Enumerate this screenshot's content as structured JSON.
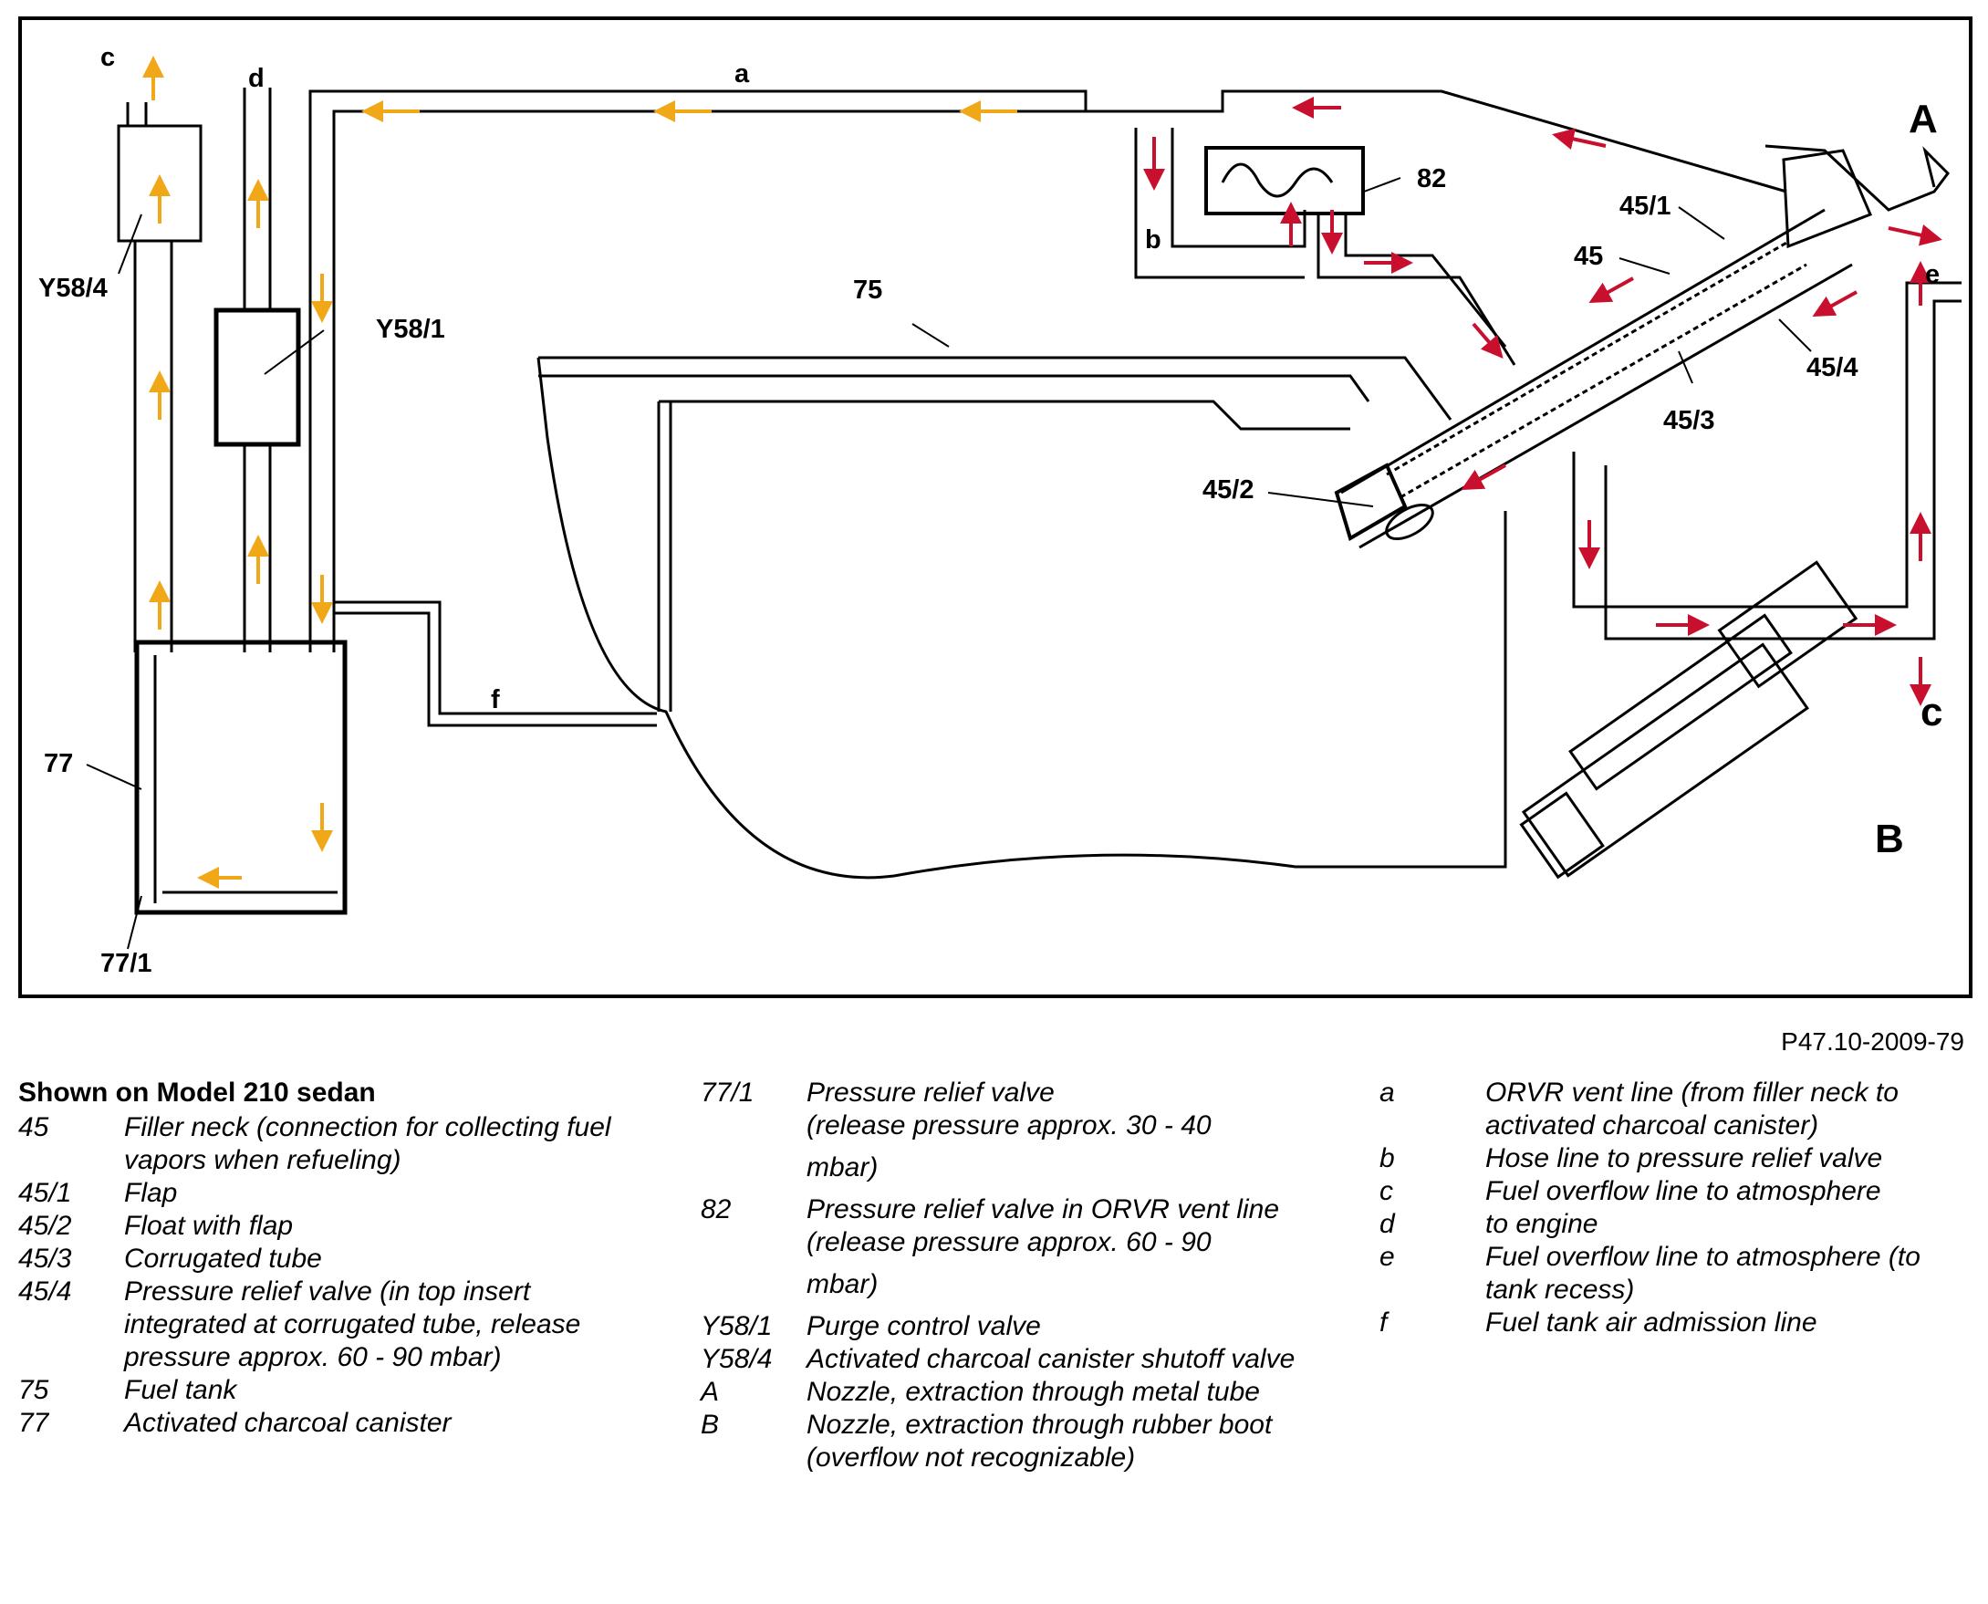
{
  "diagram": {
    "labels": {
      "c_top": "c",
      "d": "d",
      "a": "a",
      "b": "b",
      "e": "e",
      "f": "f",
      "c_right": "c",
      "y58_4": "Y58/4",
      "y58_1": "Y58/1",
      "n75": "75",
      "n77": "77",
      "n77_1": "77/1",
      "n82": "82",
      "n45": "45",
      "n45_1": "45/1",
      "n45_2": "45/2",
      "n45_3": "45/3",
      "n45_4": "45/4",
      "A": "A",
      "B": "B"
    },
    "colors": {
      "yellow_arrow": "#F0A818",
      "red_arrow": "#C8102E",
      "line": "#000000"
    },
    "reference": "P47.10-2009-79"
  },
  "legend": {
    "heading": "Shown on Model 210 sedan",
    "col1": [
      {
        "key": "45",
        "text": "Filler neck (connection for collecting fuel vapors when refueling)"
      },
      {
        "key": "45/1",
        "text": "Flap"
      },
      {
        "key": "45/2",
        "text": "Float with flap"
      },
      {
        "key": "45/3",
        "text": "Corrugated tube"
      },
      {
        "key": "45/4",
        "text": "Pressure relief valve (in top insert integrated at corrugated tube, release pressure approx. 60 - 90 mbar)"
      },
      {
        "key": "75",
        "text": "Fuel tank"
      },
      {
        "key": "77",
        "text": "Activated charcoal canister"
      }
    ],
    "col2": [
      {
        "key": "77/1",
        "text": "Pressure relief valve",
        "sub": [
          "(release pressure approx. 30 - 40",
          "mbar)"
        ]
      },
      {
        "key": "82",
        "text": "Pressure relief valve in ORVR vent line",
        "sub": [
          "(release pressure approx. 60 - 90",
          "mbar)"
        ]
      },
      {
        "key": "Y58/1",
        "text": "Purge control valve"
      },
      {
        "key": "Y58/4",
        "text": "Activated charcoal canister shutoff valve"
      },
      {
        "key": "A",
        "text": "Nozzle, extraction through metal tube"
      },
      {
        "key": "B",
        "text": "Nozzle, extraction through rubber boot (overflow not recognizable)"
      }
    ],
    "col3": [
      {
        "key": "a",
        "text": "ORVR vent line (from filler neck to activated charcoal canister)"
      },
      {
        "key": "b",
        "text": "Hose line to pressure relief valve"
      },
      {
        "key": "c",
        "text": "Fuel overflow line to atmosphere"
      },
      {
        "key": "d",
        "text": "to engine"
      },
      {
        "key": "e",
        "text": "Fuel overflow line to atmosphere (to tank recess)"
      },
      {
        "key": "f",
        "text": "Fuel tank air admission line"
      }
    ]
  }
}
